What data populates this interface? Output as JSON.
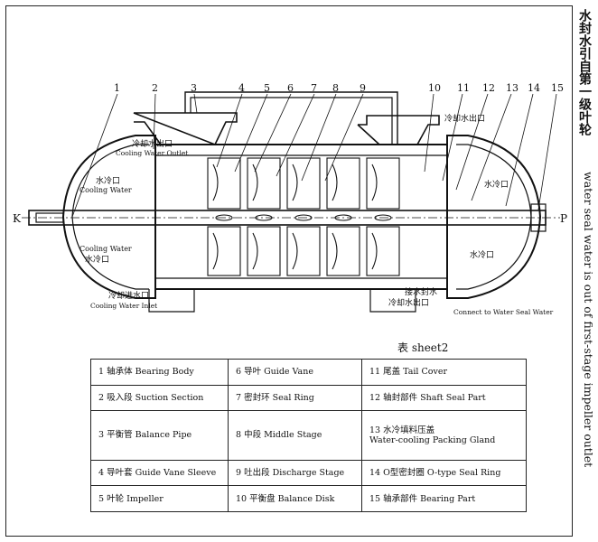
{
  "title_cn": "水封水引自第一级叶轮",
  "title_en": "water seal water is out of first-stage impeller outlet",
  "sheet_label": "表 sheet2",
  "numbers": [
    "1",
    "2",
    "3",
    "4",
    "5",
    "6",
    "7",
    "8",
    "9",
    "10",
    "11",
    "12",
    "13",
    "14",
    "15"
  ],
  "end_labels": {
    "left": "K",
    "right": "P"
  },
  "annotations": {
    "outlet_top_cn": "冷却水出口",
    "outlet_top_en": "Cooling Water Outlet",
    "water_port_cn": "水冷口",
    "cooling_water_en": "Cooling Water",
    "inlet_cn": "冷却进水口",
    "inlet_en": "Cooling Water Inlet",
    "right_top_cn": "冷却水出口",
    "right_port_cn": "水冷口",
    "seal_water_cn": "接水封水",
    "seal_water_en": "Connect to Water Seal Water",
    "seal_out_cn": "冷却水出口"
  },
  "legend": [
    [
      "1 轴承体  Bearing Body",
      "6 导叶  Guide Vane",
      "11 尾盖  Tail Cover"
    ],
    [
      "2 吸入段 Suction Section",
      "7 密封环 Seal Ring",
      "12  轴封部件  Shaft Seal Part"
    ],
    [
      "3 平衡管  Balance Pipe",
      "8 中段  Middle Stage",
      "13 水冷填料压盖|Water-cooling Packing Gland"
    ],
    [
      "4 导叶套  Guide Vane Sleeve",
      "9 吐出段 Discharge Stage",
      "14  O型密封圈   O-type Seal Ring"
    ],
    [
      "5 叶轮   Impeller",
      "10 平衡盘 Balance Disk",
      "15 轴承部件  Bearing Part"
    ]
  ]
}
